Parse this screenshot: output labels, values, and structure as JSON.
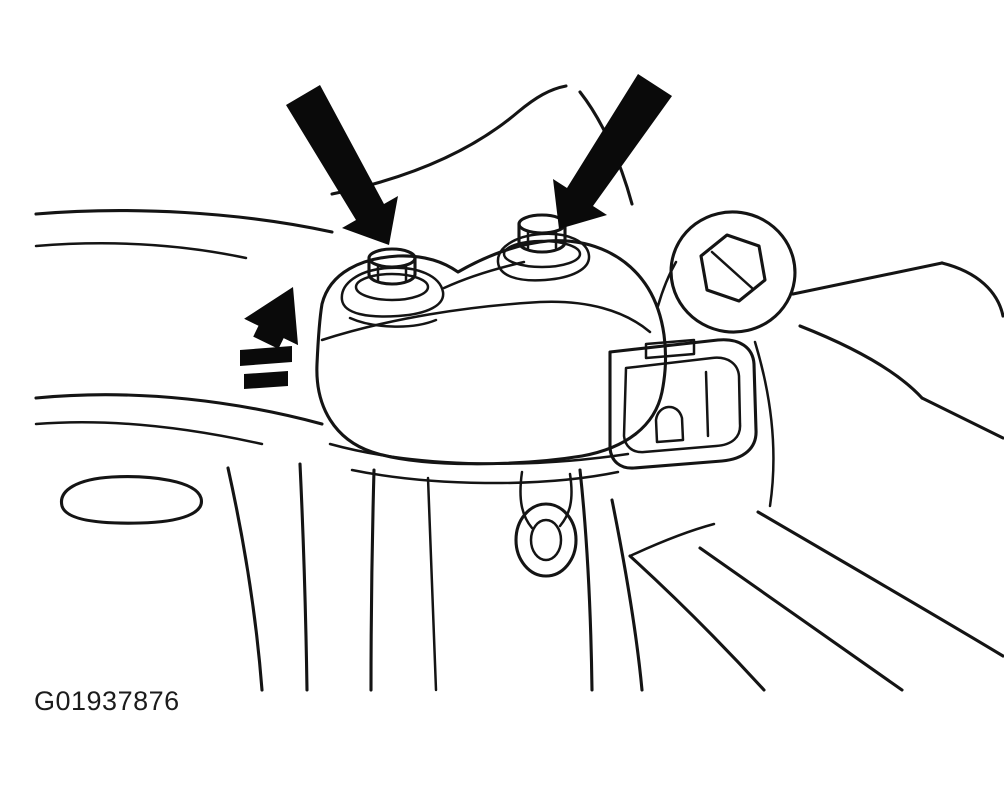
{
  "figure": {
    "id": "G01937876"
  },
  "illustration": {
    "alt": "Black-and-white technical line drawing of a sensor fastened by two hex bolts; two solid black arrows point to the bolts and a dashed black arrow points to the sensor housing",
    "line_color": "#141414",
    "background_color": "#ffffff",
    "callouts": [
      {
        "name": "left-bolt-arrow",
        "style": "solid"
      },
      {
        "name": "right-bolt-arrow",
        "style": "solid"
      },
      {
        "name": "sensor-dashed-arrow",
        "style": "dashed"
      }
    ]
  }
}
